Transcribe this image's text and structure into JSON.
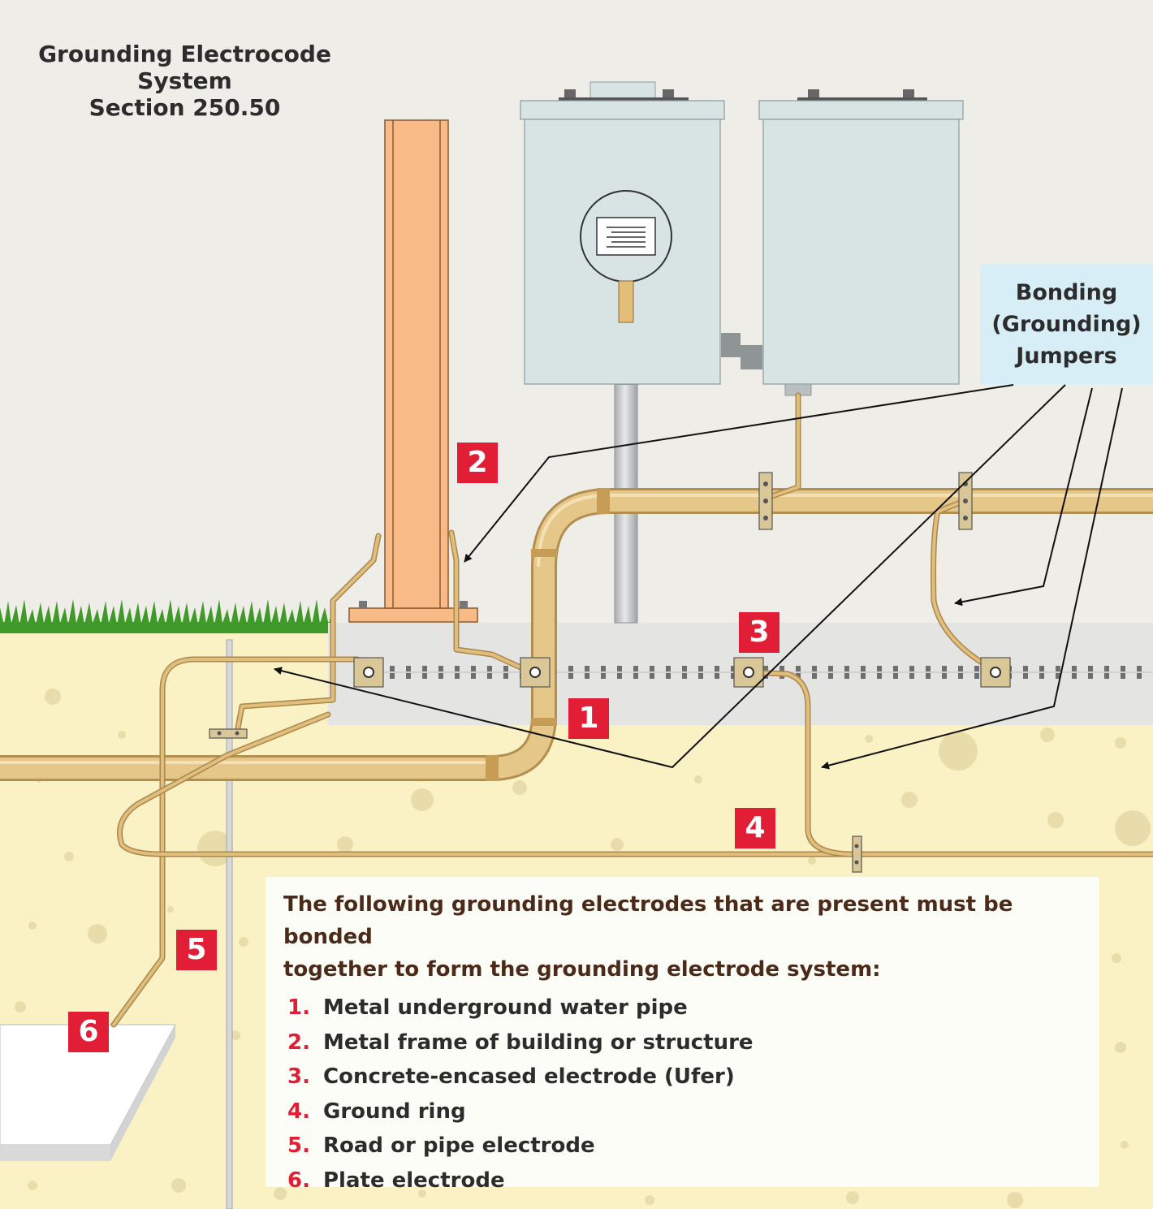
{
  "title": {
    "line1": "Grounding Electrocode System",
    "line2": "Section 250.50"
  },
  "callout": {
    "lines": [
      "Bonding",
      "(Grounding)",
      "Jumpers"
    ]
  },
  "badges": [
    "1",
    "2",
    "3",
    "4",
    "5",
    "6"
  ],
  "legend": {
    "intro_line1": "The following grounding electrodes that are present must be bonded",
    "intro_line2": "together to form the grounding electrode system:",
    "items": [
      {
        "num": "1.",
        "text": "Metal underground water pipe"
      },
      {
        "num": "2.",
        "text": "Metal frame of building or structure"
      },
      {
        "num": "3.",
        "text": "Concrete-encased electrode (Ufer)"
      },
      {
        "num": "4.",
        "text": "Ground ring"
      },
      {
        "num": "5.",
        "text": "Road or pipe electrode"
      },
      {
        "num": "6.",
        "text": "Plate electrode"
      }
    ]
  },
  "colors": {
    "sky": "#eeede7",
    "soil": "#faf1c5",
    "concrete": "#e4e5e3",
    "steel_column": "#f8bb88",
    "copper_wire": "#e2be7a",
    "water_pipe": "#e6c78a",
    "enclosure": "#d8e3e4",
    "badge": "#e21e36",
    "callout_bg": "#d8eef6",
    "legend_text": "#4b2a19",
    "grass": "#3f9a2a"
  }
}
